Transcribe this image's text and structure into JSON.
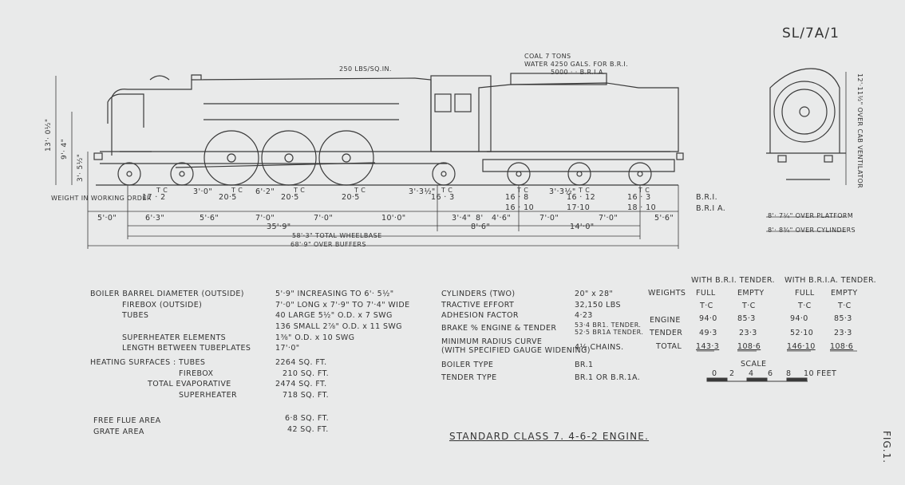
{
  "drawing_no": "SL/7A/1",
  "fig": "FIG.1.",
  "title": "STANDARD CLASS 7. 4-6-2 ENGINE.",
  "pressure": "250 LBS/SQ.IN.",
  "coal": [
    "COAL 7 TONS",
    "WATER 4250 GALS. FOR B.R.I.",
    "5000 · · B.R.I.A."
  ],
  "heights": [
    "13'· 0½\"",
    "9'· 4\"",
    "3'· 5½\""
  ],
  "weight_label": "WEIGHT IN WORKING ORDER",
  "axle_weights": [
    "17 · 2",
    "20·5",
    "20·5",
    "20·5",
    "16 · 3",
    "16 · 8",
    "16 · 12",
    "16 · 3"
  ],
  "axle_weights_1a": [
    "16 · 10",
    "17·10",
    "18 · 10"
  ],
  "tc_marks": "T  C",
  "gap_labels": [
    "3'·0\"",
    "6'·2\"",
    "3'·3½\"",
    "3'·3½\""
  ],
  "variant_labels": [
    "B.R.I.",
    "B.R.I A."
  ],
  "spacings": [
    "5'·0\"",
    "6'·3\"",
    "5'·6\"",
    "7'·0\"",
    "7'·0\"",
    "10'·0\"",
    "3'·4\"",
    "8'",
    "4'·6\"",
    "7'·0\"",
    "7'·0\"",
    "5'·6\""
  ],
  "totals": [
    "35'·9\"",
    "8'·6\"",
    "14'·0\"",
    "58'·3\" TOTAL WHEELBASE",
    "68'·9\" OVER BUFFERS"
  ],
  "end_view": [
    "12'·11½\" OVER CAB VENTILATOR",
    "8'· 7¼\" OVER PLATFORM",
    "8'· 8¾\" OVER CYLINDERS"
  ],
  "boiler_specs": [
    {
      "label": "BOILER BARREL DIAMETER (OUTSIDE)",
      "value": "5'·9\" INCREASING TO 6'· 5½\""
    },
    {
      "label": "FIREBOX (OUTSIDE)",
      "value": "7'·0\" LONG x 7'·9\" TO 7'·4\" WIDE"
    },
    {
      "label": "TUBES",
      "value": "40 LARGE 5½\" O.D. x 7 SWG"
    },
    {
      "label": "",
      "value": "136 SMALL 2⅞\" O.D. x 11 SWG"
    },
    {
      "label": "SUPERHEATER ELEMENTS",
      "value": "1⅜\" O.D. x 10 SWG"
    },
    {
      "label": "LENGTH BETWEEN TUBEPLATES",
      "value": "17'·0\""
    }
  ],
  "heating": {
    "label": "HEATING SURFACES : TUBES",
    "rows": [
      {
        "label": "",
        "value": "2264 SQ. FT."
      },
      {
        "label": "FIREBOX",
        "value": "210 SQ. FT."
      },
      {
        "label": "TOTAL  EVAPORATIVE",
        "value": "2474 SQ. FT."
      },
      {
        "label": "SUPERHEATER",
        "value": "718 SQ. FT."
      }
    ]
  },
  "areas": [
    {
      "label": "FREE FLUE AREA",
      "value": "6·8 SQ. FT."
    },
    {
      "label": "GRATE AREA",
      "value": "42 SQ. FT."
    }
  ],
  "engine_specs": [
    {
      "label": "CYLINDERS (TWO)",
      "value": "20\" x 28\""
    },
    {
      "label": "TRACTIVE EFFORT",
      "value": "32,150 LBS"
    },
    {
      "label": "ADHESION FACTOR",
      "value": "4·23"
    },
    {
      "label": "BRAKE % ENGINE & TENDER",
      "value": "53·4 BR1. TENDER."
    },
    {
      "label": "",
      "value": "52·5 BR1A TENDER."
    },
    {
      "label": "MINIMUM RADIUS CURVE",
      "value": ""
    },
    {
      "label": "(WITH SPECIFIED GAUGE WIDENING)",
      "value": "4½ CHAINS."
    },
    {
      "label": "BOILER TYPE",
      "value": "BR.1"
    },
    {
      "label": "TENDER TYPE",
      "value": "BR.1 OR B.R.1A."
    }
  ],
  "weights": {
    "label": "WEIGHTS",
    "hdr1": "WITH B.R.I. TENDER.",
    "hdr2": "WITH B.R.I.A. TENDER.",
    "cols": [
      "FULL",
      "EMPTY",
      "FULL",
      "EMPTY"
    ],
    "units": [
      "T·C",
      "T·C",
      "T·C",
      "T·C"
    ],
    "rows": [
      {
        "label": "ENGINE",
        "vals": [
          "94·0",
          "85·3",
          "94·0",
          "85·3"
        ]
      },
      {
        "label": "TENDER",
        "vals": [
          "49·3",
          "23·3",
          "52·10",
          "23·3"
        ]
      },
      {
        "label": "TOTAL",
        "vals": [
          "143·3",
          "108·6",
          "146·10",
          "108·6"
        ]
      }
    ]
  },
  "scale": {
    "label": "SCALE",
    "ticks": [
      "0",
      "2",
      "4",
      "6",
      "8",
      "10 FEET"
    ]
  }
}
